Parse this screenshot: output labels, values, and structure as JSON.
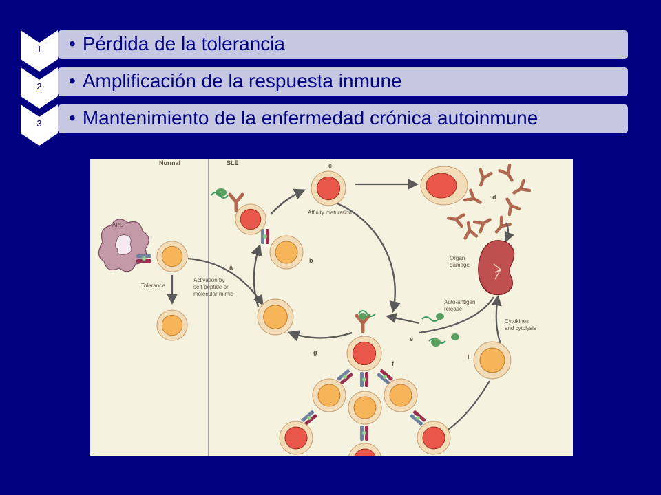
{
  "steps": [
    {
      "number": "1",
      "text": "Pérdida de la tolerancia"
    },
    {
      "number": "2",
      "text": "Amplificación de la respuesta inmune"
    },
    {
      "number": "3",
      "text": "Mantenimiento de la enfermedad crónica autoinmune"
    }
  ],
  "figure": {
    "panel_normal": "Normal",
    "panel_sle": "SLE",
    "labels": {
      "apc": "APC",
      "tolerance": "Tolerance",
      "activation_1": "Activation by",
      "activation_2": "self-peptide or",
      "activation_3": "molecular mimic",
      "affinity": "Affinity maturation",
      "organ_1": "Organ",
      "organ_2": "damage",
      "auto_1": "Auto-antigen",
      "auto_2": "release",
      "cyto_1": "Cytokines",
      "cyto_2": "and cytolysis"
    },
    "letters": {
      "a": "a",
      "b": "b",
      "c": "c",
      "d": "d",
      "e": "e",
      "f": "f",
      "g": "g",
      "i": "i"
    },
    "colors": {
      "background": "#f6f2e0",
      "t_cell": "#f7b55a",
      "b_cell": "#e8574a",
      "cell_ring": "#f3dcb8",
      "antibody": "#b06850",
      "kidney": "#c05050",
      "arrow": "#5a5a5a"
    }
  }
}
